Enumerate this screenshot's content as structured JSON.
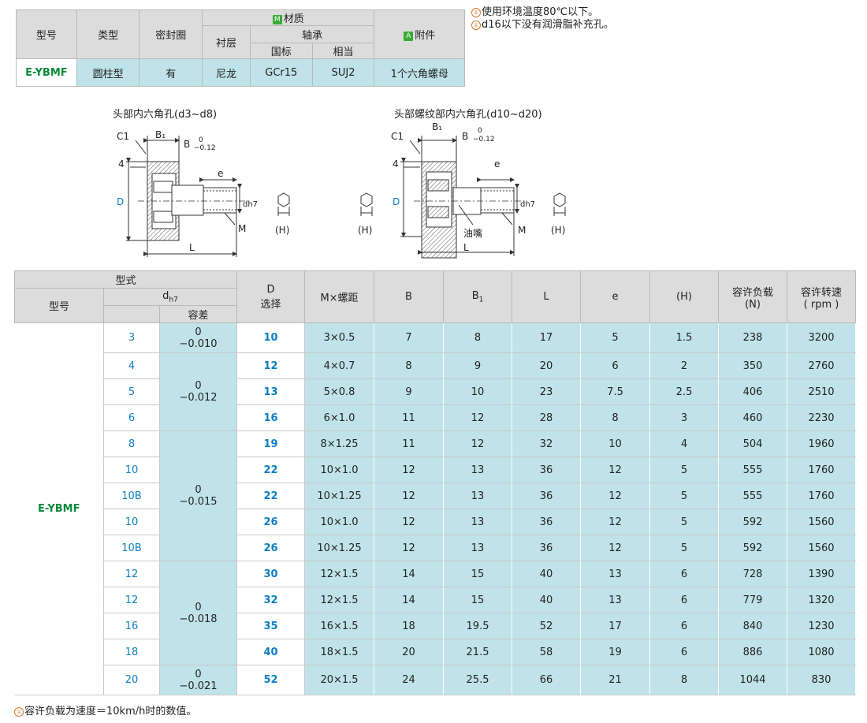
{
  "spec": {
    "headers": {
      "model": "型号",
      "type": "类型",
      "seal": "密封圈",
      "material_mark": "M",
      "material": "材质",
      "lining": "衬层",
      "bearing": "轴承",
      "national": "国标",
      "equivalent": "相当",
      "accessory_mark": "A",
      "accessory": "附件"
    },
    "row": {
      "model": "E-YBMF",
      "type": "圆柱型",
      "seal": "有",
      "lining": "尼龙",
      "national": "GCr15",
      "equivalent": "SUJ2",
      "accessory": "1个六角螺母"
    }
  },
  "notes": [
    {
      "mark": "①",
      "text": "使用环境温度80℃以下。"
    },
    {
      "mark": "①",
      "text": "d16以下没有润滑脂补充孔。"
    }
  ],
  "drawings": {
    "left": {
      "title": "头部内六角孔(d3~d8)",
      "labels": {
        "c1": "C1",
        "b1": "B₁",
        "b": "B",
        "b_tol_top": "0",
        "b_tol_bot": "−0.12",
        "four": "4",
        "D": "D",
        "e": "e",
        "dh7": "dh7",
        "M": "M",
        "L": "L",
        "H": "(H)"
      }
    },
    "right": {
      "title": "头部螺纹部内六角孔(d10~d20)",
      "labels": {
        "c1": "C1",
        "b1": "B₁",
        "b": "B",
        "b_tol_top": "0",
        "b_tol_bot": "−0.12",
        "four": "4",
        "D": "D",
        "e": "e",
        "dh7": "dh7",
        "M": "M",
        "L": "L",
        "H": "(H)",
        "oil": "油嘴"
      }
    }
  },
  "table": {
    "headers": {
      "form": "型式",
      "model": "型号",
      "dh7": "d",
      "dh7_sub": "h7",
      "tolerance": "容差",
      "D1": "D",
      "D2": "选择",
      "M": "M×螺距",
      "B": "B",
      "B1": "B",
      "B1_sub": "1",
      "L": "L",
      "e": "e",
      "H": "(H)",
      "load1": "容许负载",
      "load2": "(N)",
      "speed1": "容许转速",
      "speed2": "( rpm )"
    },
    "model": "E-YBMF",
    "tolerances": [
      {
        "top": "0",
        "bot": "−0.010",
        "span": 1
      },
      {
        "top": "0",
        "bot": "−0.012",
        "span": 3
      },
      {
        "top": "0",
        "bot": "−0.015",
        "span": 5
      },
      {
        "top": "0",
        "bot": "−0.018",
        "span": 4
      },
      {
        "top": "0",
        "bot": "−0.021",
        "span": 1
      }
    ],
    "rows": [
      {
        "d": "3",
        "D": "10",
        "M": "3×0.5",
        "B": "7",
        "B1": "8",
        "L": "17",
        "e": "5",
        "H": "1.5",
        "load": "238",
        "speed": "3200"
      },
      {
        "d": "4",
        "D": "12",
        "M": "4×0.7",
        "B": "8",
        "B1": "9",
        "L": "20",
        "e": "6",
        "H": "2",
        "load": "350",
        "speed": "2760"
      },
      {
        "d": "5",
        "D": "13",
        "M": "5×0.8",
        "B": "9",
        "B1": "10",
        "L": "23",
        "e": "7.5",
        "H": "2.5",
        "load": "406",
        "speed": "2510"
      },
      {
        "d": "6",
        "D": "16",
        "M": "6×1.0",
        "B": "11",
        "B1": "12",
        "L": "28",
        "e": "8",
        "H": "3",
        "load": "460",
        "speed": "2230"
      },
      {
        "d": "8",
        "D": "19",
        "M": "8×1.25",
        "B": "11",
        "B1": "12",
        "L": "32",
        "e": "10",
        "H": "4",
        "load": "504",
        "speed": "1960"
      },
      {
        "d": "10",
        "D": "22",
        "M": "10×1.0",
        "B": "12",
        "B1": "13",
        "L": "36",
        "e": "12",
        "H": "5",
        "load": "555",
        "speed": "1760"
      },
      {
        "d": "10B",
        "D": "22",
        "M": "10×1.25",
        "B": "12",
        "B1": "13",
        "L": "36",
        "e": "12",
        "H": "5",
        "load": "555",
        "speed": "1760"
      },
      {
        "d": "10",
        "D": "26",
        "M": "10×1.0",
        "B": "12",
        "B1": "13",
        "L": "36",
        "e": "12",
        "H": "5",
        "load": "592",
        "speed": "1560"
      },
      {
        "d": "10B",
        "D": "26",
        "M": "10×1.25",
        "B": "12",
        "B1": "13",
        "L": "36",
        "e": "12",
        "H": "5",
        "load": "592",
        "speed": "1560"
      },
      {
        "d": "12",
        "D": "30",
        "M": "12×1.5",
        "B": "14",
        "B1": "15",
        "L": "40",
        "e": "13",
        "H": "6",
        "load": "728",
        "speed": "1390"
      },
      {
        "d": "12",
        "D": "32",
        "M": "12×1.5",
        "B": "14",
        "B1": "15",
        "L": "40",
        "e": "13",
        "H": "6",
        "load": "779",
        "speed": "1320"
      },
      {
        "d": "16",
        "D": "35",
        "M": "16×1.5",
        "B": "18",
        "B1": "19.5",
        "L": "52",
        "e": "17",
        "H": "6",
        "load": "840",
        "speed": "1230"
      },
      {
        "d": "18",
        "D": "40",
        "M": "18×1.5",
        "B": "20",
        "B1": "21.5",
        "L": "58",
        "e": "19",
        "H": "6",
        "load": "886",
        "speed": "1080"
      },
      {
        "d": "20",
        "D": "52",
        "M": "20×1.5",
        "B": "24",
        "B1": "25.5",
        "L": "66",
        "e": "21",
        "H": "8",
        "load": "1044",
        "speed": "830"
      }
    ]
  },
  "footnote": {
    "mark": "①",
    "text": "容许负载为速度＝10km/h时的数值。"
  },
  "colors": {
    "value_bg": "#bfe3e9",
    "header_bg": "#dcdcdc",
    "blue": "#0b7fc1",
    "green": "#0a8a3c",
    "mark": "#3aaa35"
  }
}
